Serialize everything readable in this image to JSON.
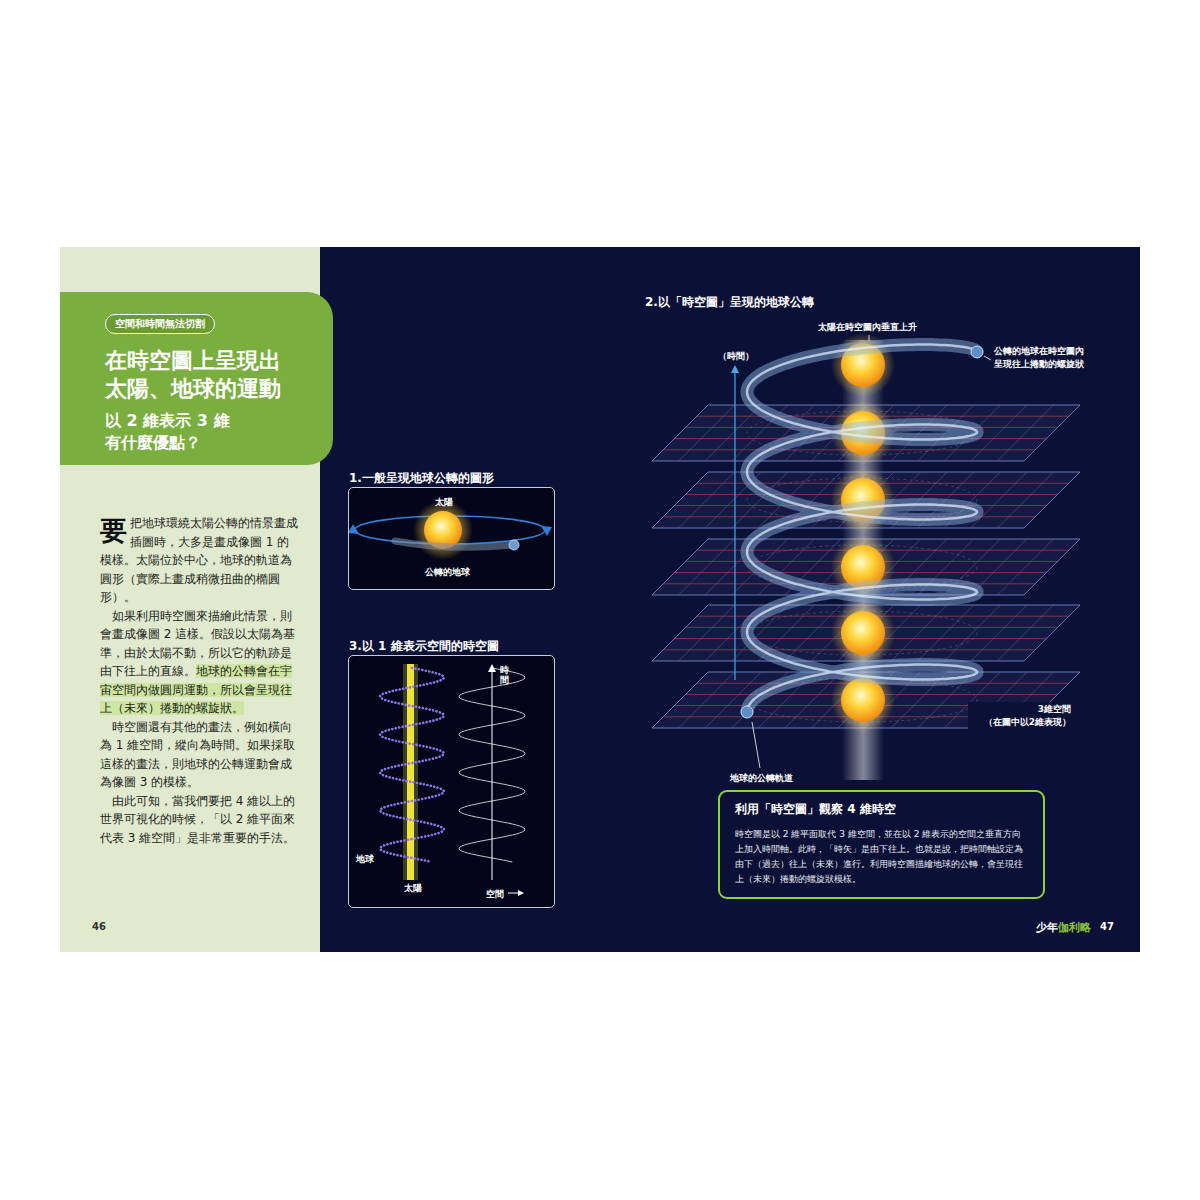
{
  "diagram": {
    "nodes": [
      {
        "text": [
          "在時空圖上呈現出 太陽、地球的運動",
          "以 2 維表示 3 維 有什麼優點？"
        ]
      },
      {
        "text": [
          "空間和時間無法切割"
        ],
        "in": 0
      },
      {
        "text": [
          "1.一般呈現地球公轉的圖形",
          "太陽",
          "公轉的地球"
        ]
      },
      {
        "text": [
          "3.以 1 維表示空間的時空圖",
          "時間",
          "地球",
          "太陽",
          "空間"
        ]
      },
      {
        "text": [
          "利用「時空圖」觀察 4 維時空",
          "時空圖是以 2 維平面取代 3 維空間，並在以 2 維表示的空間之垂直方向上加入時間軸。此時，「時矢」是由下往上。也就是說，把時間軸設定為由下（過去）往上（未來）進行。利用時空圖描繪地球的公轉，會呈現往上（未來）捲動的螺旋狀模樣。"
        ]
      }
    ],
    "labels": [
      "要把地球環繞太陽公轉的情景畫成插圖時，大多是畫成像圖 1 的模樣。太陽位於中心，地球的軌道為圓形（實際上畫成稍微扭曲的橢圓形）。",
      "如果利用時空圖來描繪此情景，則會畫成像圖 2 這樣。假設以太陽為基準，由於太陽不動，所以它的軌跡是由下往上的直線。",
      "地球的公轉會在宇宙空間內做圓周運動，所以會呈現往上（未來）捲動的螺旋狀。",
      "時空圖還有其他的畫法，例如橫向為 1 維空間，縱向為時間。如果採取這樣的畫法，則地球的公轉運動會成為像圖 3 的模樣。",
      "由此可知，當我們要把 4 維以上的世界可視化的時候，「以 2 維平面來代表 3 維空間」是非常重要的手法。",
      "46",
      "2.以「時空圖」呈現的地球公轉",
      "太陽在時空圖內垂直上升",
      "（時間）",
      "公轉的地球在時空圖內呈現往上捲動的螺旋狀",
      "3維空間 （在圖中以2維表現）",
      "地球的公轉軌道",
      "少年",
      "伽利略",
      "47"
    ]
  }
}
